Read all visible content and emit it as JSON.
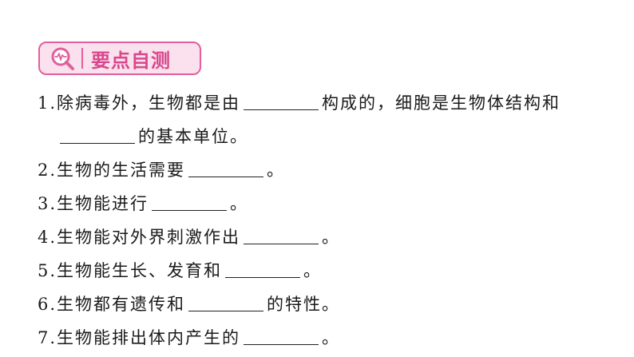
{
  "header": {
    "title": "要点自测",
    "icon": "magnifier-heartbeat-icon",
    "accent_color": "#e0609c",
    "fill_color": "#fbe0ee"
  },
  "questions": [
    {
      "segments": [
        "1.除病毒外，生物都是由",
        "构成的，细胞是生物体结构和"
      ]
    },
    {
      "segments": [
        "",
        "的基本单位。"
      ]
    },
    {
      "segments": [
        "2.生物的生活需要",
        "。"
      ]
    },
    {
      "segments": [
        "3.生物能进行",
        "。"
      ]
    },
    {
      "segments": [
        "4.生物能对外界刺激作出",
        "。"
      ]
    },
    {
      "segments": [
        "5.生物能生长、发育和",
        "。"
      ]
    },
    {
      "segments": [
        "6.生物都有遗传和",
        "的特性。"
      ]
    },
    {
      "segments": [
        "7.生物能排出体内产生的",
        "。"
      ]
    }
  ]
}
